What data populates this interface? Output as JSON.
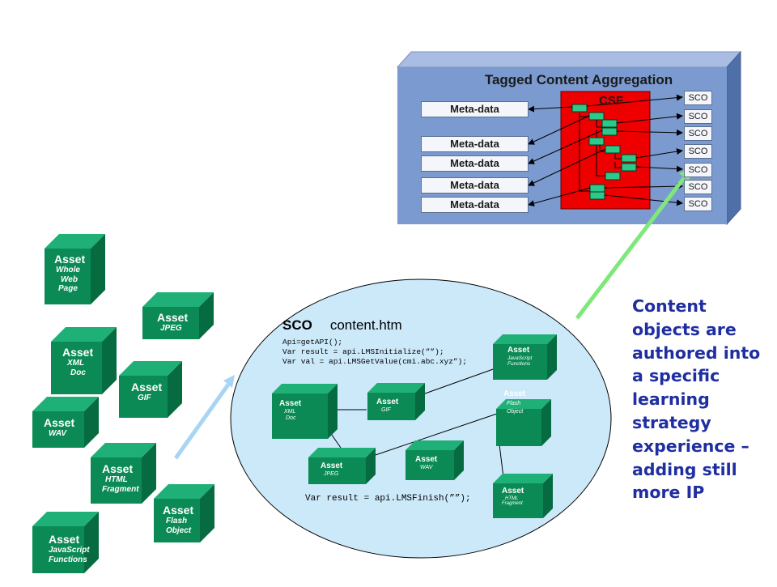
{
  "aggregation": {
    "title": "Tagged Content Aggregation",
    "csf_label": "CSF",
    "metadata_labels": [
      "Meta-data",
      "Meta-data",
      "Meta-data",
      "Meta-data",
      "Meta-data"
    ],
    "sco_labels": [
      "SCO",
      "SCO",
      "SCO",
      "SCO",
      "SCO",
      "SCO",
      "SCO"
    ]
  },
  "loose_assets": [
    {
      "title": "Asset",
      "sub": [
        "Whole",
        "Web",
        "Page"
      ]
    },
    {
      "title": "Asset",
      "sub": [
        "JPEG"
      ]
    },
    {
      "title": "Asset",
      "sub": [
        "XML",
        "Doc"
      ]
    },
    {
      "title": "Asset",
      "sub": [
        "GIF"
      ]
    },
    {
      "title": "Asset",
      "sub": [
        "WAV"
      ]
    },
    {
      "title": "Asset",
      "sub": [
        "HTML",
        "Fragment"
      ]
    },
    {
      "title": "Asset",
      "sub": [
        "Flash",
        "Object"
      ]
    },
    {
      "title": "Asset",
      "sub": [
        "JavaScript",
        "Functions"
      ]
    }
  ],
  "sco": {
    "label": "SCO",
    "file": "content.htm",
    "code_lines": [
      "Api=getAPI();",
      "Var result = api.LMSInitialize(””);",
      "Var val = api.LMSGetValue(cmi.abc.xyz”);"
    ],
    "finish_line": "Var result = api.LMSFinish(””);",
    "assets": [
      {
        "title": "Asset",
        "sub": [
          "JavaScript",
          "Functions"
        ]
      },
      {
        "title": "Asset",
        "sub": [
          "XML",
          "Doc"
        ]
      },
      {
        "title": "Asset",
        "sub": [
          "GIF"
        ]
      },
      {
        "title": "Asset",
        "sub": [
          "Flash",
          "Object"
        ]
      },
      {
        "title": "Asset",
        "sub": [
          "JPEG"
        ]
      },
      {
        "title": "Asset",
        "sub": [
          "WAV"
        ]
      },
      {
        "title": "Asset",
        "sub": [
          "HTML",
          "Fragment"
        ]
      }
    ]
  },
  "side_text": "Content objects are authored into a specific learning strategy experience – adding still more IP",
  "colors": {
    "cube_front": "#0b8a55",
    "cube_top": "#1fb077",
    "cube_side": "#066b40",
    "aggregation_front": "#7b9ad0",
    "csf_red": "#ee0000",
    "sco_ellipse": "#cce9fa",
    "arrow_blue": "#a8d4f5",
    "arrow_green": "#7ee87a",
    "text_blue": "#1f2ea0"
  }
}
